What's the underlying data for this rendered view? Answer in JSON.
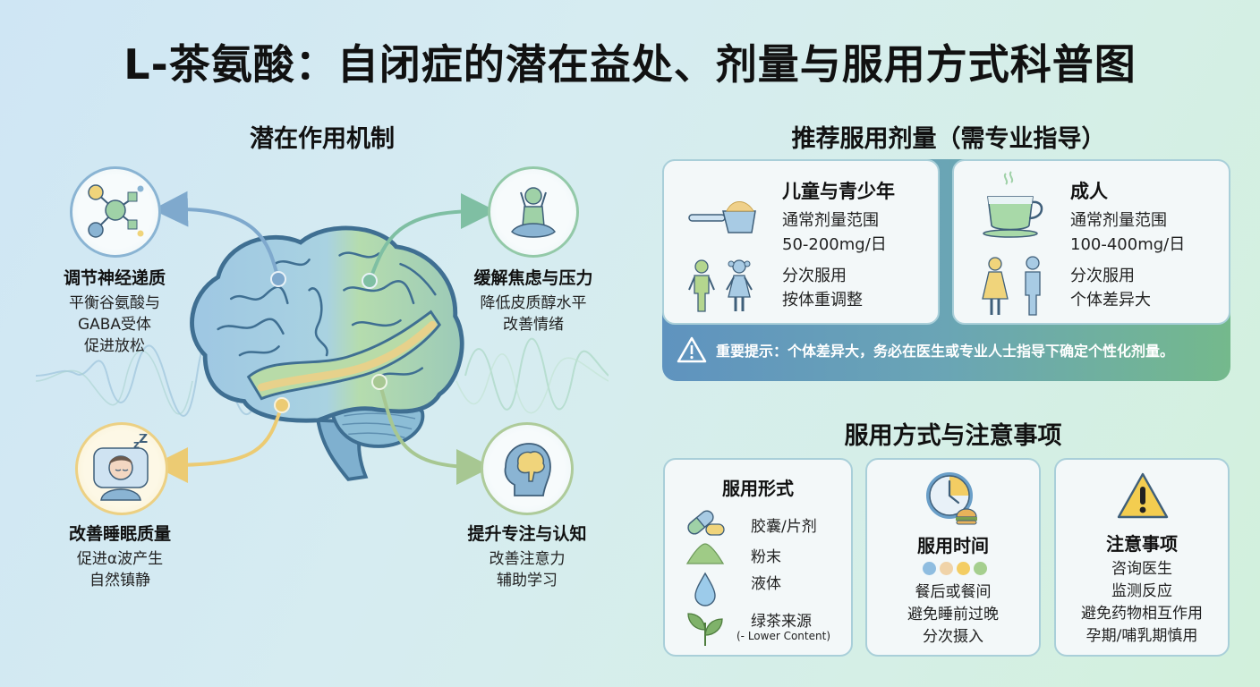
{
  "title": "L-茶氨酸：自闭症的潜在益处、剂量与服用方式科普图",
  "mechanism": {
    "title": "潜在作用机制",
    "items": [
      {
        "icon": "molecule-icon",
        "heading": "调节神经递质",
        "lines": [
          "平衡谷氨酸与",
          "GABA受体",
          "促进放松"
        ],
        "color": "#7fa9cd"
      },
      {
        "icon": "meditation-icon",
        "heading": "缓解焦虑与压力",
        "lines": [
          "降低皮质醇水平",
          "改善情绪"
        ],
        "color": "#8cc3a4"
      },
      {
        "icon": "sleeping-person-icon",
        "heading": "改善睡眠质量",
        "lines": [
          "促进α波产生",
          "自然镇静"
        ],
        "color": "#eccb73"
      },
      {
        "icon": "head-brain-icon",
        "heading": "提升专注与认知",
        "lines": [
          "改善注意力",
          "辅助学习"
        ],
        "color": "#a7c792"
      }
    ]
  },
  "dosage": {
    "title": "推荐服用剂量（需专业指导）",
    "children": {
      "heading": "儿童与青少年",
      "range_label": "通常剂量范围",
      "range_value": "50-200mg/日",
      "note1": "分次服用",
      "note2": "按体重调整"
    },
    "adults": {
      "heading": "成人",
      "range_label": "通常剂量范围",
      "range_value": "100-400mg/日",
      "note1": "分次服用",
      "note2": "个体差异大"
    },
    "warning": "重要提示：个体差异大，务必在医生或专业人士指导下确定个性化剂量。"
  },
  "usage": {
    "title": "服用方式与注意事项",
    "forms": {
      "heading": "服用形式",
      "items": [
        {
          "icon": "capsule-icon",
          "label": "胶囊/片剂"
        },
        {
          "icon": "powder-icon",
          "label": "粉末"
        },
        {
          "icon": "droplet-icon",
          "label": "液体"
        },
        {
          "icon": "tea-leaf-icon",
          "label": "绿茶来源",
          "sub": "(- Lower Content)"
        }
      ]
    },
    "timing": {
      "heading": "服用时间",
      "dot_colors": [
        "#8fbde0",
        "#f0d3a8",
        "#f3cd63",
        "#a5cf8e"
      ],
      "lines": [
        "餐后或餐间",
        "避免睡前过晚",
        "分次摄入"
      ]
    },
    "cautions": {
      "heading": "注意事项",
      "lines": [
        "咨询医生",
        "监测反应",
        "避免药物相互作用",
        "孕期/哺乳期慎用"
      ]
    }
  }
}
